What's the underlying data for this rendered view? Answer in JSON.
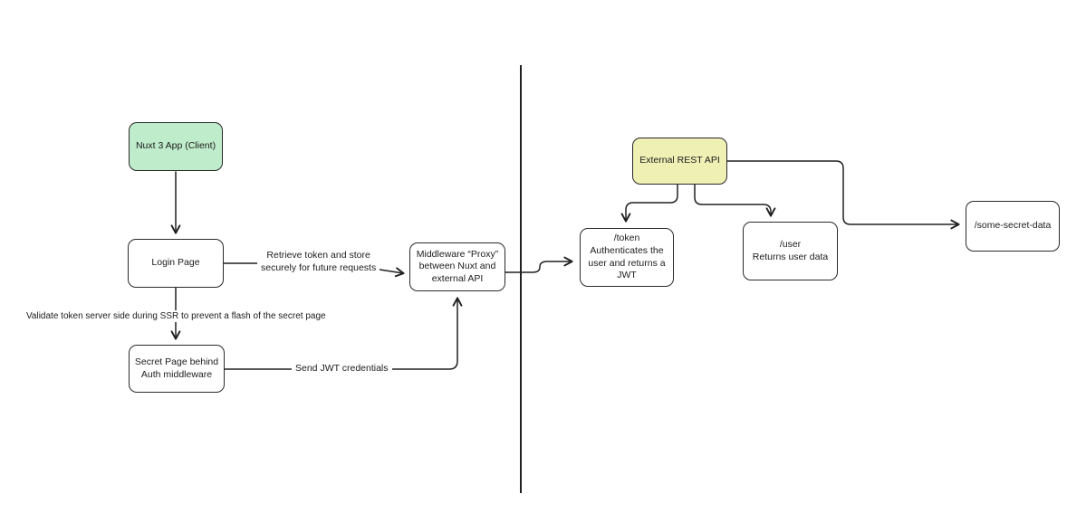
{
  "colors": {
    "client_node_fill": "#bfeccb",
    "api_node_fill": "#eef0b4",
    "node_border": "#2a2a2a",
    "line": "#202020"
  },
  "diagram": {
    "nodes": {
      "nuxt_app": {
        "lines": [
          "Nuxt 3 App (Client)"
        ]
      },
      "login_page": {
        "lines": [
          "Login Page"
        ]
      },
      "secret_page": {
        "lines": [
          "Secret Page behind",
          "Auth middleware"
        ]
      },
      "middleware": {
        "lines": [
          "Middleware “Proxy”",
          "between Nuxt and",
          "external API"
        ]
      },
      "external_api": {
        "lines": [
          "External REST API"
        ]
      },
      "token_endpoint": {
        "lines": [
          "/token",
          "Authenticates the",
          "user and returns a",
          "JWT"
        ]
      },
      "user_endpoint": {
        "lines": [
          "/user",
          "Returns user data"
        ]
      },
      "secret_data_endpoint": {
        "lines": [
          "/some-secret-data"
        ]
      }
    },
    "edge_labels": {
      "retrieve_token": {
        "lines": [
          "Retrieve token and store",
          "securely for future requests"
        ]
      },
      "validate_token": {
        "lines": [
          "Validate token server side during SSR to prevent a flash of the secret page"
        ]
      },
      "send_jwt": {
        "lines": [
          "Send JWT credentials"
        ]
      }
    }
  }
}
